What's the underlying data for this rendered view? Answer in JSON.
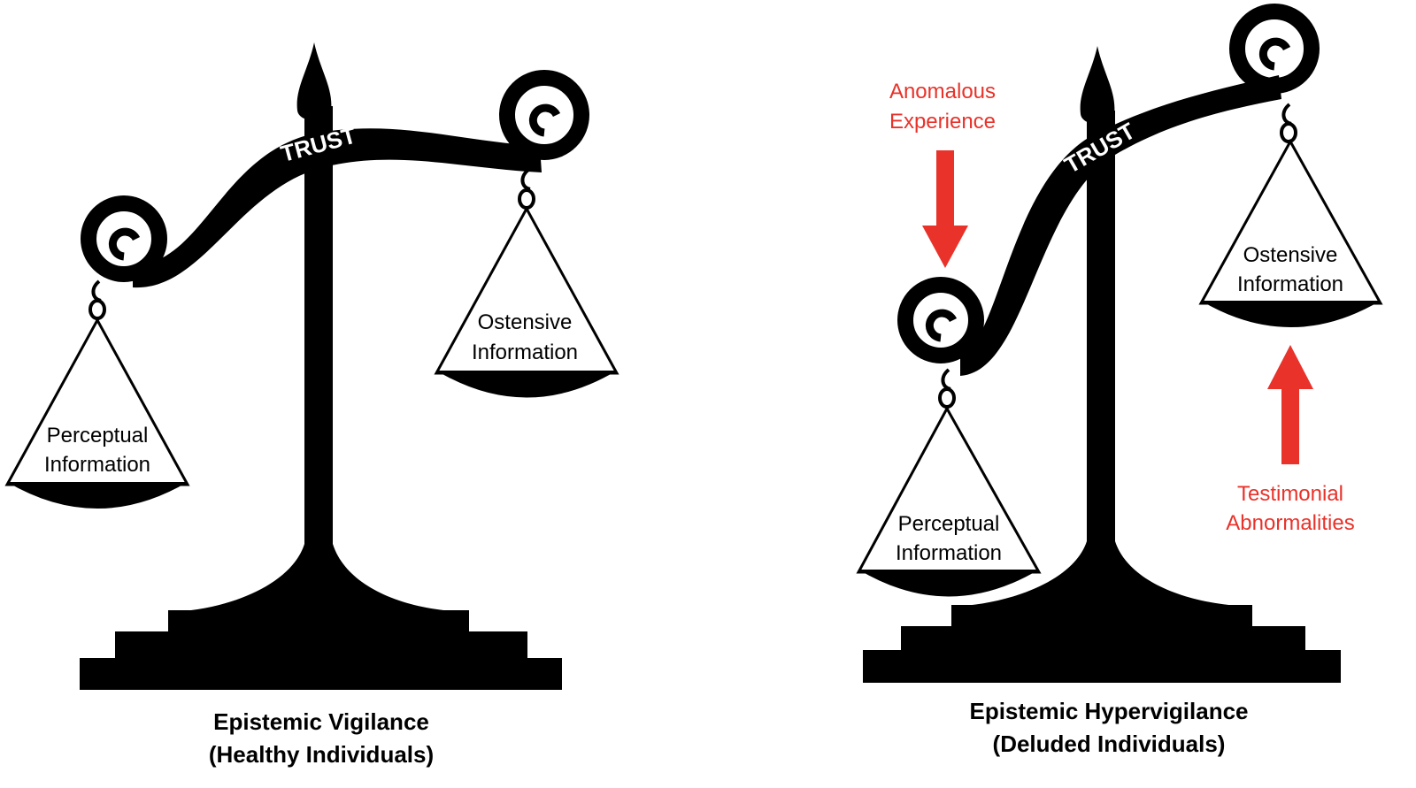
{
  "colors": {
    "ink": "#000000",
    "accent": "#e8322a"
  },
  "left_scale": {
    "beam_label": "TRUST",
    "left_pan": [
      "Perceptual",
      "Information"
    ],
    "right_pan": [
      "Ostensive",
      "Information"
    ],
    "title": [
      "Epistemic Vigilance",
      "(Healthy Individuals)"
    ]
  },
  "right_scale": {
    "beam_label": "TRUST",
    "left_pan": [
      "Perceptual",
      "Information"
    ],
    "right_pan": [
      "Ostensive",
      "Information"
    ],
    "title": [
      "Epistemic Hypervigilance",
      "(Deluded Individuals)"
    ],
    "down_arrow_label": [
      "Anomalous",
      "Experience"
    ],
    "up_arrow_label": [
      "Testimonial",
      "Abnormalities"
    ]
  }
}
